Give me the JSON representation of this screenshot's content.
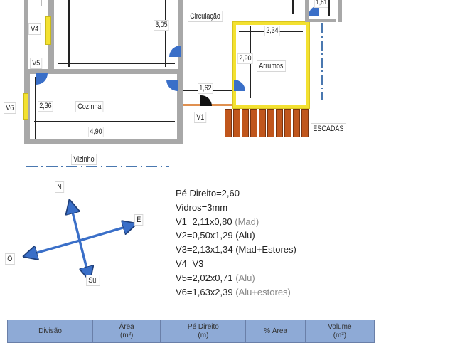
{
  "floorplan": {
    "rooms": [
      {
        "name": "Circulação"
      },
      {
        "name": "Cozinha",
        "width": "4,90",
        "depth": "2,36"
      },
      {
        "name": "Arrumos",
        "width": "2,34",
        "depth": "2,90"
      },
      {
        "name": "Vizinho"
      }
    ],
    "dimensions": {
      "upper_room_height": "3,05",
      "circulation_gap": "1,62",
      "top_right_partial": "1,81",
      "arrumos_width": "2,34",
      "arrumos_depth": "2,90",
      "cozinha_depth": "2,36",
      "cozinha_width": "4,90"
    },
    "windows": [
      "V4",
      "V5",
      "V6",
      "V1"
    ],
    "stairs_label": "ESCADAS",
    "colors": {
      "wall": "#a8a8a8",
      "door": "#3a6fc8",
      "window": "#f3e131",
      "stairs": "#c0561c",
      "arrumos_wall": "#f3e131",
      "dash_line": "#4a78b0"
    }
  },
  "compass": {
    "north": "N",
    "east": "E",
    "west": "O",
    "south": "Sul",
    "color": "#3a6fc8"
  },
  "notes": [
    {
      "main": "Pé Direito=2,60",
      "extra": ""
    },
    {
      "main": "Vidros=3mm",
      "extra": ""
    },
    {
      "main": "V1=2,11x0,80",
      "extra": " (Mad)"
    },
    {
      "main": "V2=0,50x1,29",
      "extra": " (Alu)"
    },
    {
      "main": "V3=2,13x1,34",
      "extra": " (Mad+Estores)"
    },
    {
      "main": "V4=V3",
      "extra": ""
    },
    {
      "main": "V5=2,02x0,71",
      "extra": " (Alu)"
    },
    {
      "main": "V6=1,63x2,39",
      "extra": " (Alu+estores)"
    }
  ],
  "table": {
    "header_color": "#8eaad6",
    "columns": [
      {
        "label": "Divisão",
        "unit": ""
      },
      {
        "label": "Área",
        "unit": "(m²)"
      },
      {
        "label": "Pé Direito",
        "unit": "(m)"
      },
      {
        "label": "% Área",
        "unit": ""
      },
      {
        "label": "Volume",
        "unit": "(m³)"
      }
    ]
  }
}
